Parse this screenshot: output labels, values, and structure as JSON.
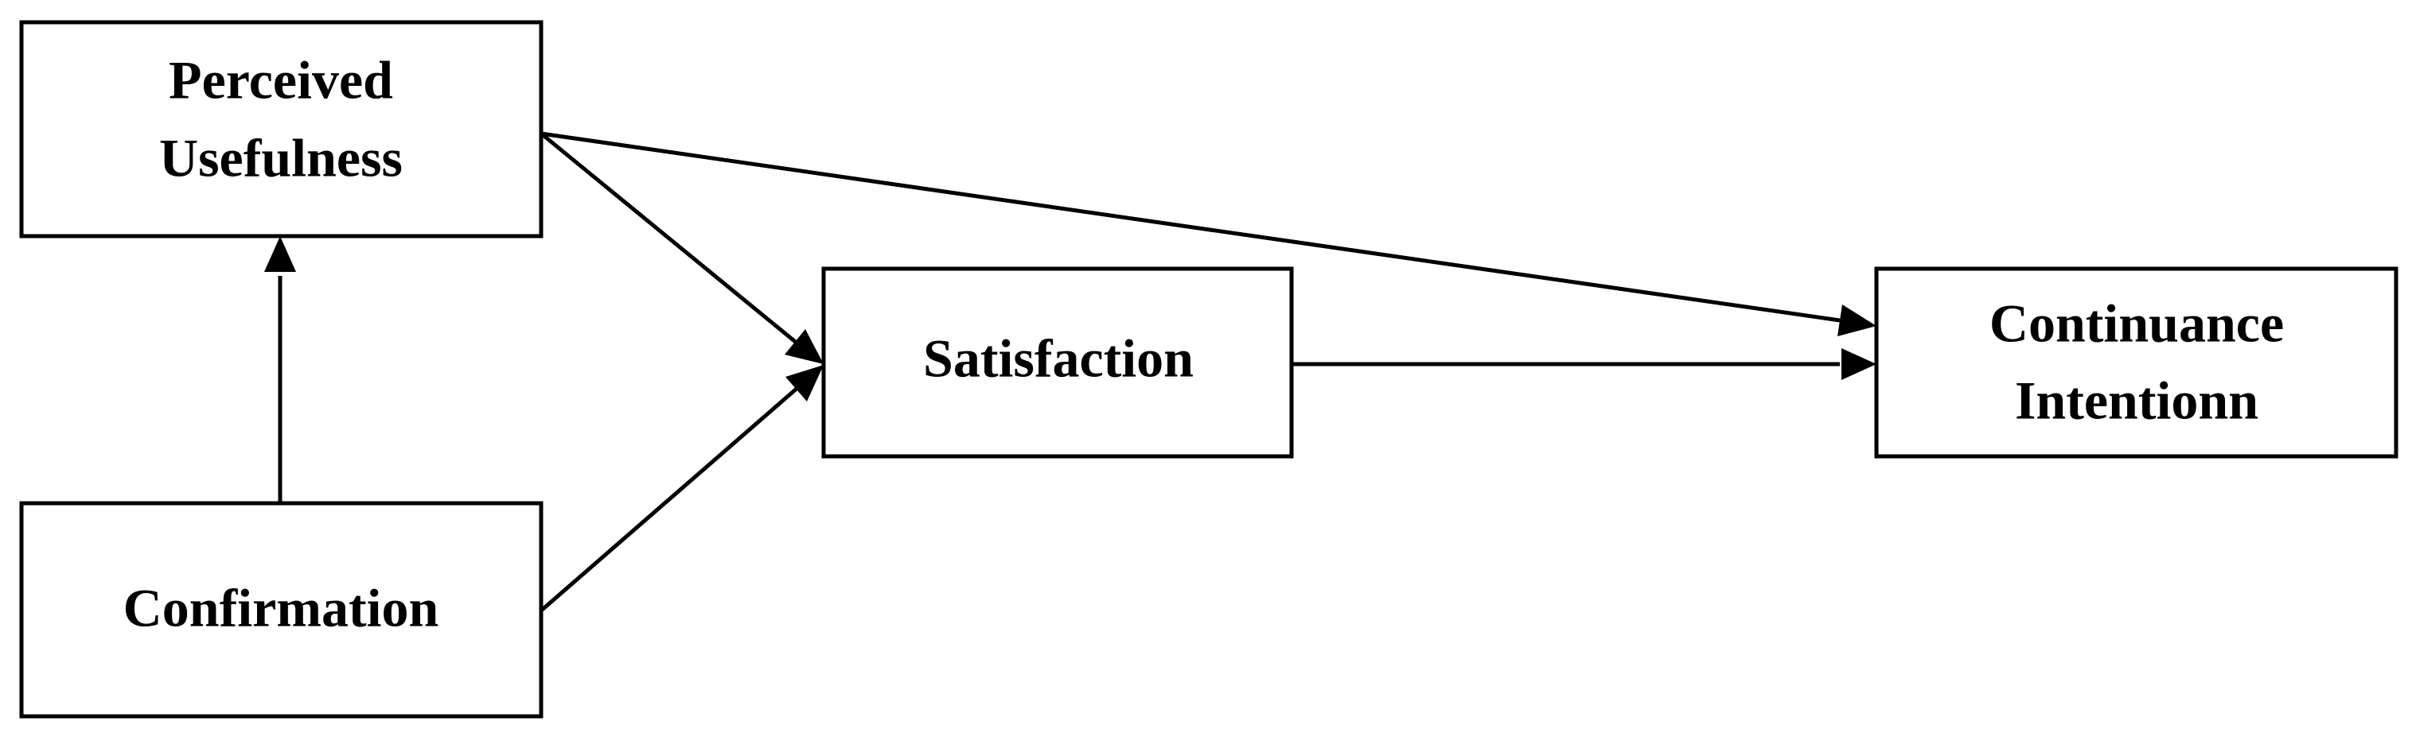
{
  "nodes": {
    "perceived_usefulness": {
      "line1": "Perceived",
      "line2": "Usefulness"
    },
    "confirmation": {
      "label": "Confirmation"
    },
    "satisfaction": {
      "label": "Satisfaction"
    },
    "continuance_intention": {
      "line1": "Continuance",
      "line2": "Intentionn"
    }
  },
  "edges": [
    {
      "from": "confirmation",
      "to": "perceived_usefulness"
    },
    {
      "from": "perceived_usefulness",
      "to": "satisfaction"
    },
    {
      "from": "confirmation",
      "to": "satisfaction"
    },
    {
      "from": "perceived_usefulness",
      "to": "continuance_intention"
    },
    {
      "from": "satisfaction",
      "to": "continuance_intention"
    }
  ],
  "colors": {
    "stroke": "#000000",
    "background": "#ffffff"
  }
}
